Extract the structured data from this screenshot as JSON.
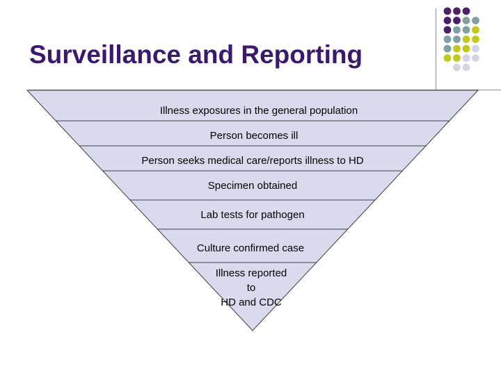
{
  "slide": {
    "title": "Surveillance and Reporting"
  },
  "pyramid": {
    "levels": [
      "Illness exposures in the general population",
      "Person becomes ill",
      "Person seeks medical care/reports illness to HD",
      "Specimen obtained",
      "Lab tests for pathogen",
      "Culture confirmed case"
    ],
    "apex_lines": [
      "Illness reported",
      "to",
      "HD and CDC"
    ]
  },
  "colors": {
    "title": "#3b1a6e",
    "pyramid_fill": "#d9daed",
    "pyramid_stroke": "#3d3d3d",
    "dot_purple": "#4b2069",
    "dot_teal": "#7fa0a4",
    "dot_olive": "#c2c81c",
    "dot_lavender": "#d4d4e6"
  },
  "decoration": {
    "dot_grid": [
      [
        "purple",
        "purple",
        "purple",
        ""
      ],
      [
        "purple",
        "purple",
        "teal",
        "teal"
      ],
      [
        "purple",
        "teal",
        "teal",
        "olive"
      ],
      [
        "teal",
        "teal",
        "olive",
        "olive"
      ],
      [
        "teal",
        "olive",
        "olive",
        "lavender"
      ],
      [
        "olive",
        "olive",
        "lavender",
        "lavender"
      ],
      [
        "",
        "lavender",
        "lavender",
        ""
      ]
    ]
  }
}
